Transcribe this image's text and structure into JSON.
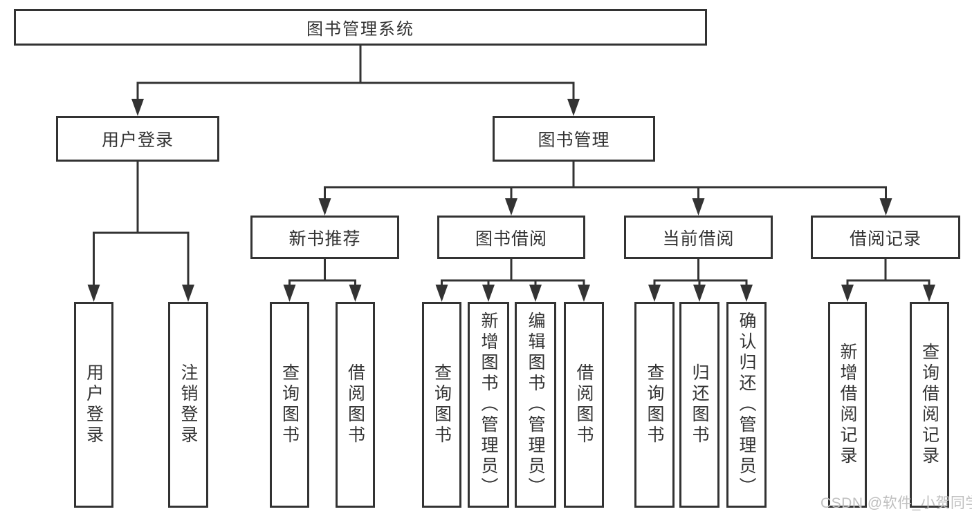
{
  "tree": {
    "label": "图书管理系统",
    "children": [
      {
        "label": "用户登录",
        "children": [
          {
            "label": "用户登录"
          },
          {
            "label": "注销登录"
          }
        ]
      },
      {
        "label": "图书管理",
        "children": [
          {
            "label": "新书推荐",
            "children": [
              {
                "label": "查询图书"
              },
              {
                "label": "借阅图书"
              }
            ]
          },
          {
            "label": "图书借阅",
            "children": [
              {
                "label": "查询图书"
              },
              {
                "label": "新增图书（管理员）"
              },
              {
                "label": "编辑图书（管理员）"
              },
              {
                "label": "借阅图书"
              }
            ]
          },
          {
            "label": "当前借阅",
            "children": [
              {
                "label": "查询图书"
              },
              {
                "label": "归还图书"
              },
              {
                "label": "确认归还（管理员）"
              }
            ]
          },
          {
            "label": "借阅记录",
            "children": [
              {
                "label": "新增借阅记录"
              },
              {
                "label": "查询借阅记录"
              }
            ]
          }
        ]
      }
    ]
  },
  "watermark": {
    "text": "CSDN @软件_小贺同学"
  },
  "colors": {
    "line": "#333333",
    "box_border": "#333333",
    "text": "#333333",
    "background": "#ffffff",
    "watermark": "#bfbfbf"
  }
}
